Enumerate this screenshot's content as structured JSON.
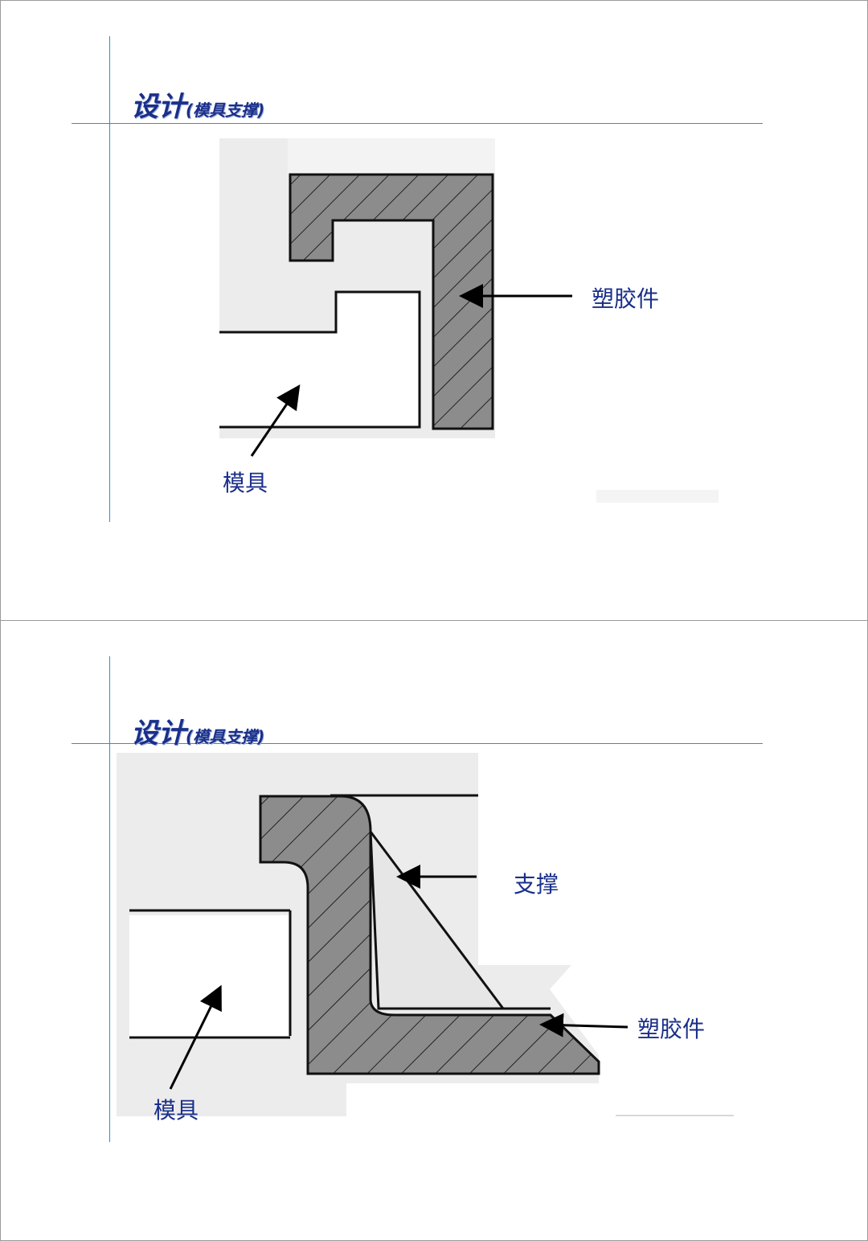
{
  "slides": [
    {
      "title_main": "设计",
      "title_sub": "(模具支撑)",
      "labels": {
        "plastic_part": "塑胶件",
        "mold": "模具"
      }
    },
    {
      "title_main": "设计",
      "title_sub": "(模具支撑)",
      "labels": {
        "support": "支撑",
        "plastic_part": "塑胶件",
        "mold": "模具"
      }
    }
  ]
}
